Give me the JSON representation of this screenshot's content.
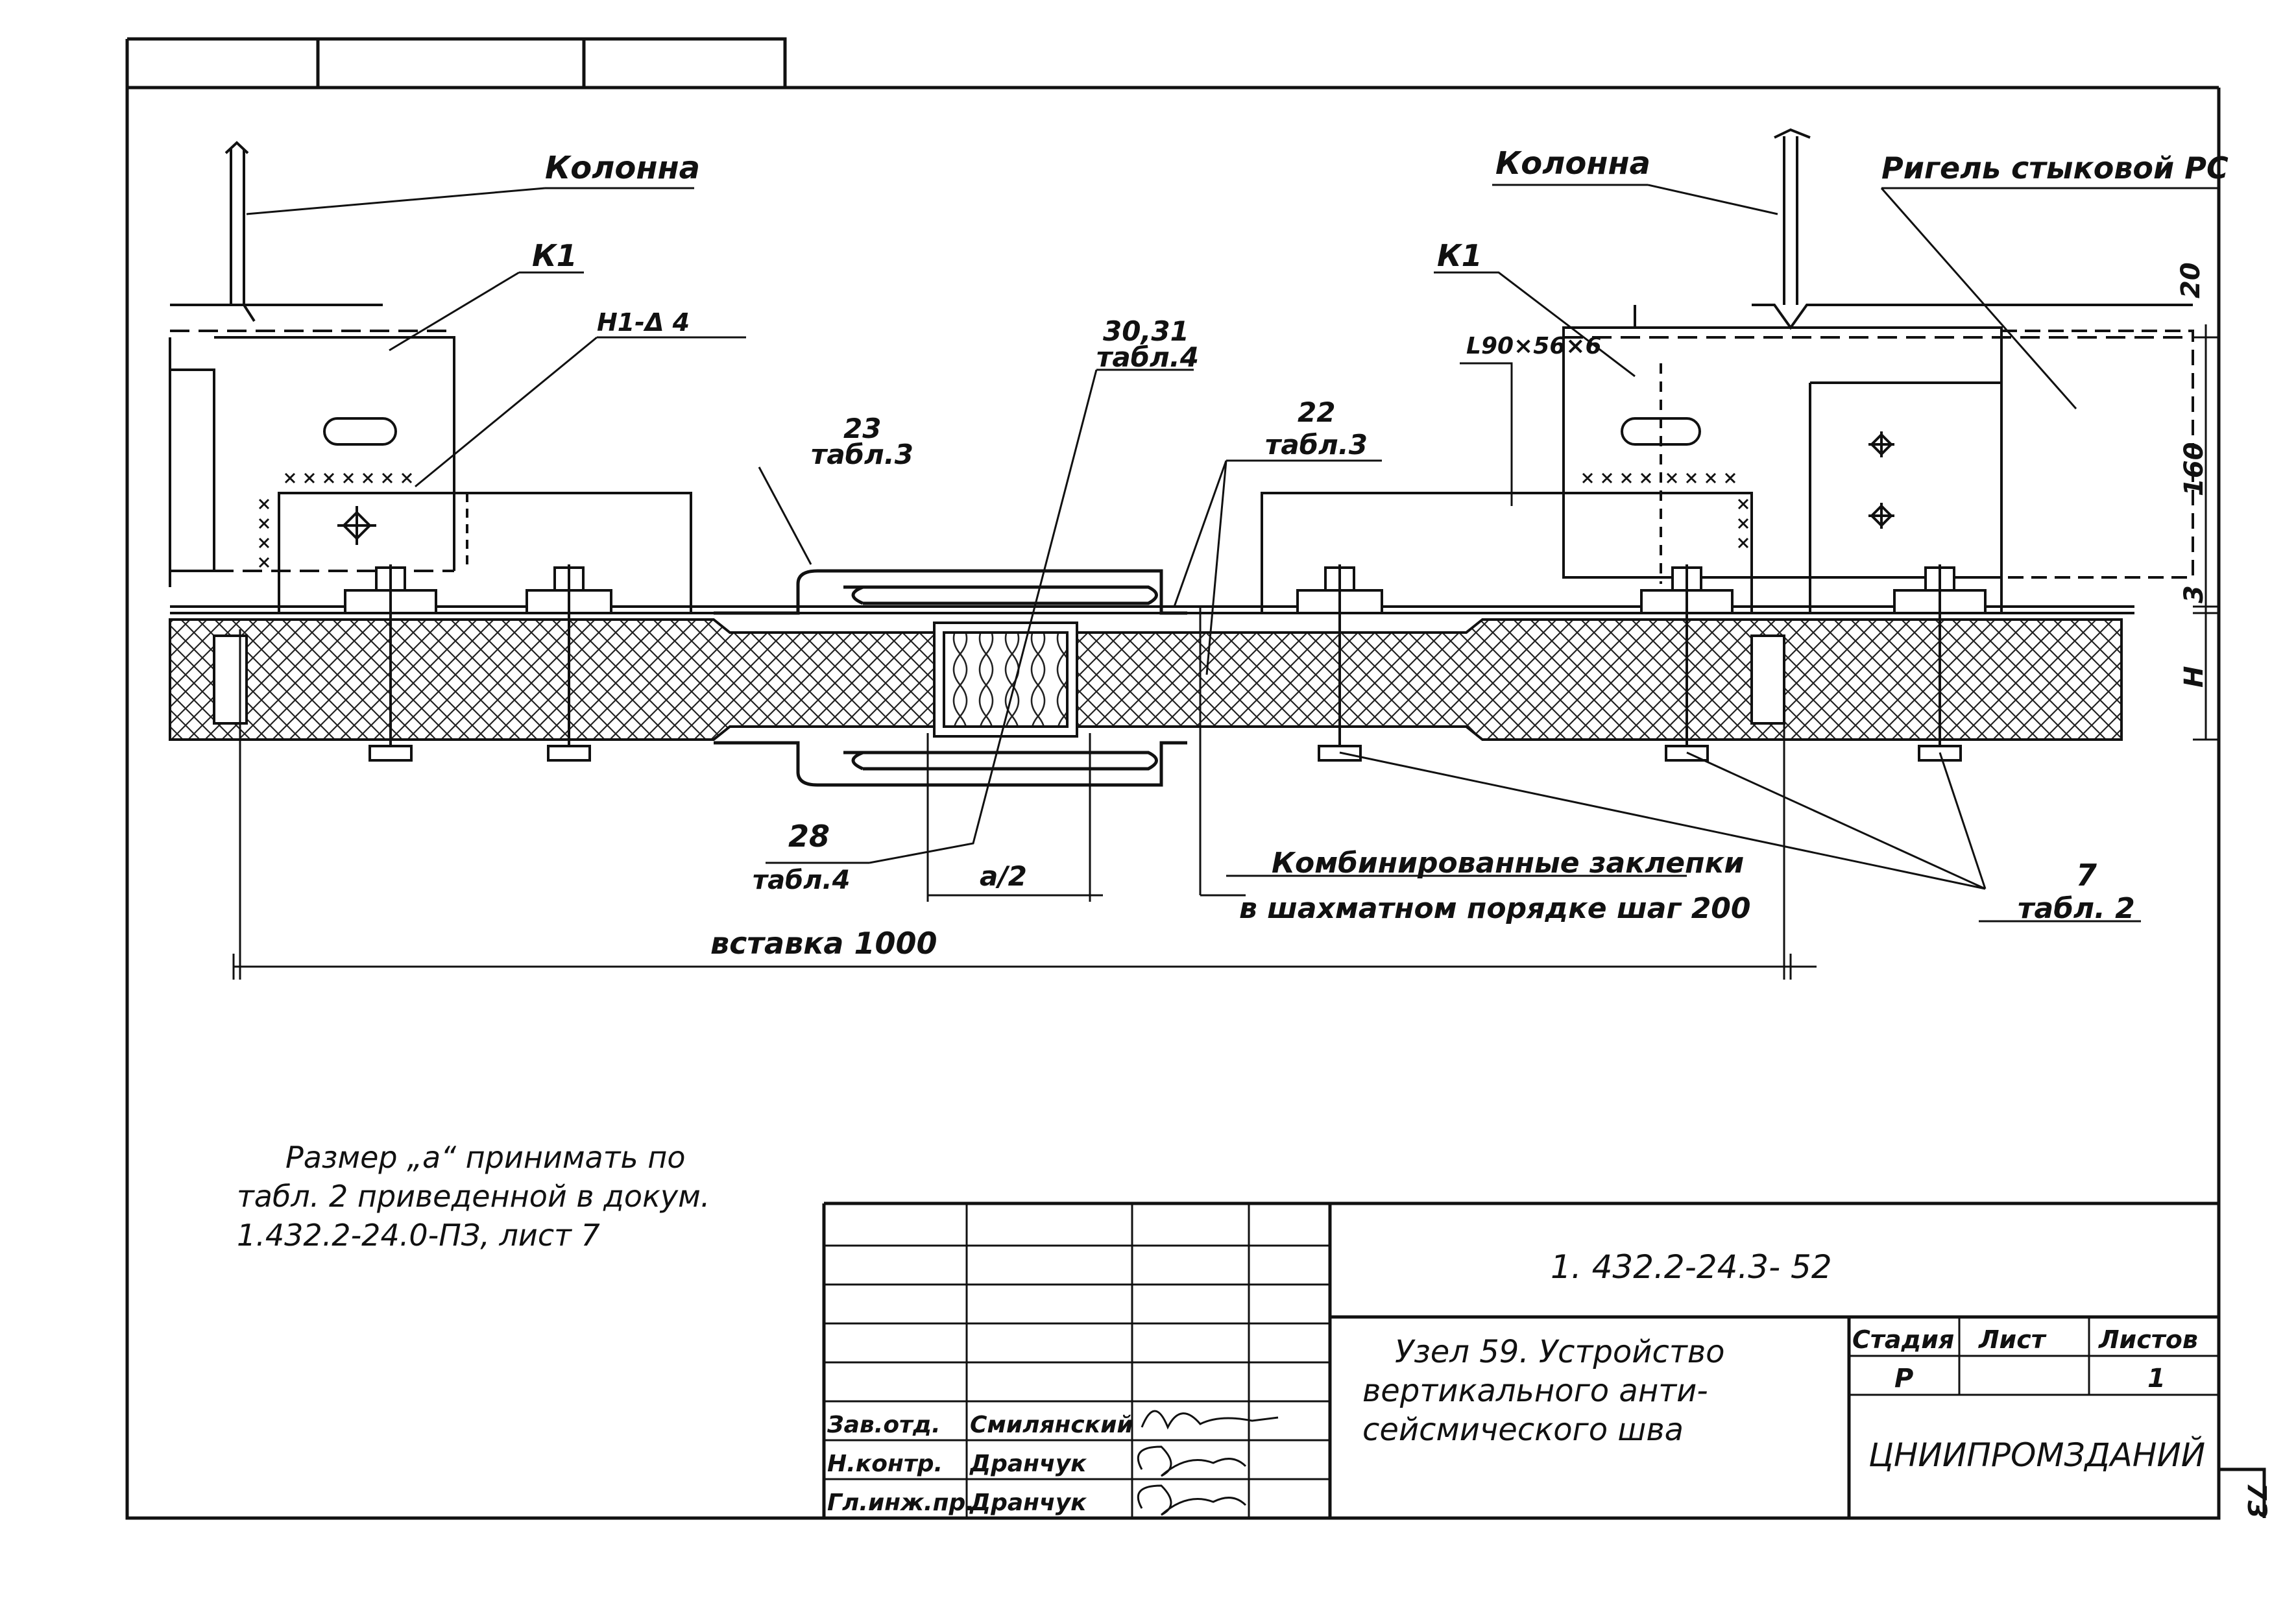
{
  "labels": {
    "kolonna_left": "Колонна",
    "kolonna_right": "Колонна",
    "rigel": "Ригель стыковой РС",
    "k1_left": "К1",
    "k1_right": "К1",
    "weld": "Н1-Δ 4",
    "angle": "L90×56×6",
    "item_30_31": "30,31",
    "item_30_31_tab": "табл.4",
    "item_23": "23",
    "item_23_tab": "табл.3",
    "item_22": "22",
    "item_22_tab": "табл.3",
    "item_28": "28",
    "item_28_tab": "табл.4",
    "dim_a": "а/2",
    "insert": "вставка 1000",
    "rivets_1": "Комбинированные заклепки",
    "rivets_2": "в шахматном порядке шаг 200",
    "item_7": "7",
    "item_7_tab": "табл. 2",
    "dim_20": "20",
    "dim_160": "160",
    "dim_3": "3",
    "dim_h": "Н"
  },
  "note": {
    "line1": "Размер „а“ принимать по",
    "line2": "табл. 2 приведенной в докум.",
    "line3": "1.432.2-24.0-ПЗ, лист 7"
  },
  "title_block": {
    "doc_code": "1. 432.2-24.3- 52",
    "title_line1": "Узел 59. Устройство",
    "title_line2": "вертикального анти-",
    "title_line3": "сейсмического шва",
    "stage_header": "Стадия",
    "sheet_header": "Лист",
    "sheets_header": "Листов",
    "stage_value": "Р",
    "sheet_value": "",
    "sheets_value": "1",
    "organization": "ЦНИИПРОМЗДАНИЙ",
    "roles": [
      "Зав.отд.",
      "Н.контр.",
      "Гл.инж.пр."
    ],
    "names": [
      "Смилянский",
      "Дранчук",
      "Дранчук"
    ]
  },
  "page_number": "73"
}
